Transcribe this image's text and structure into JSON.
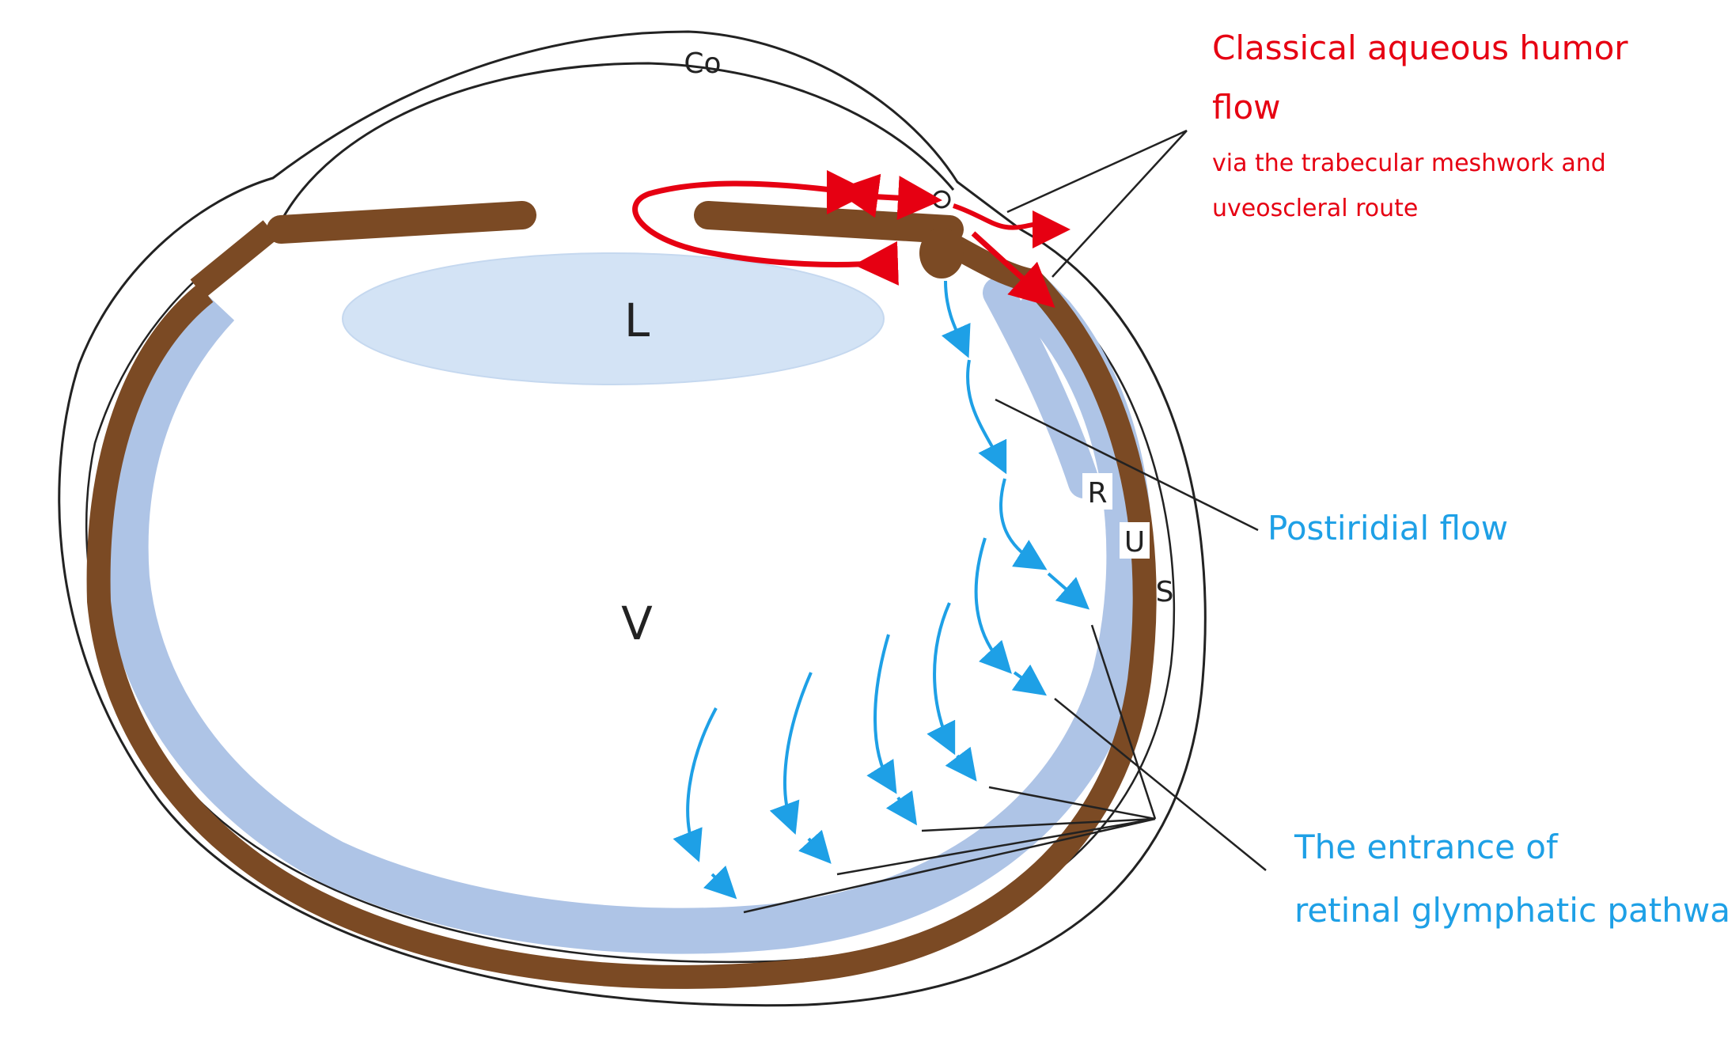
{
  "labels": {
    "cornea": "Co",
    "lens": "L",
    "vitreous": "V",
    "retina": "R",
    "uvea": "U",
    "sclera": "S"
  },
  "annotations": {
    "classical_title_line1": "Classical aqueous humor",
    "classical_title_line2": "flow",
    "classical_sub_line1": "via the trabecular meshwork and",
    "classical_sub_line2": "uveoscleral route",
    "postiridial": "Postiridial flow",
    "entrance_line1": "The entrance of",
    "entrance_line2": "retinal glymphatic pathway"
  },
  "colors": {
    "classical_flow": "#e60012",
    "glymphatic_flow": "#1ea0e6",
    "choroid": "#7b4a24",
    "retina": "#aec4e6",
    "lens": "#d3e3f5",
    "outline": "#222222"
  }
}
